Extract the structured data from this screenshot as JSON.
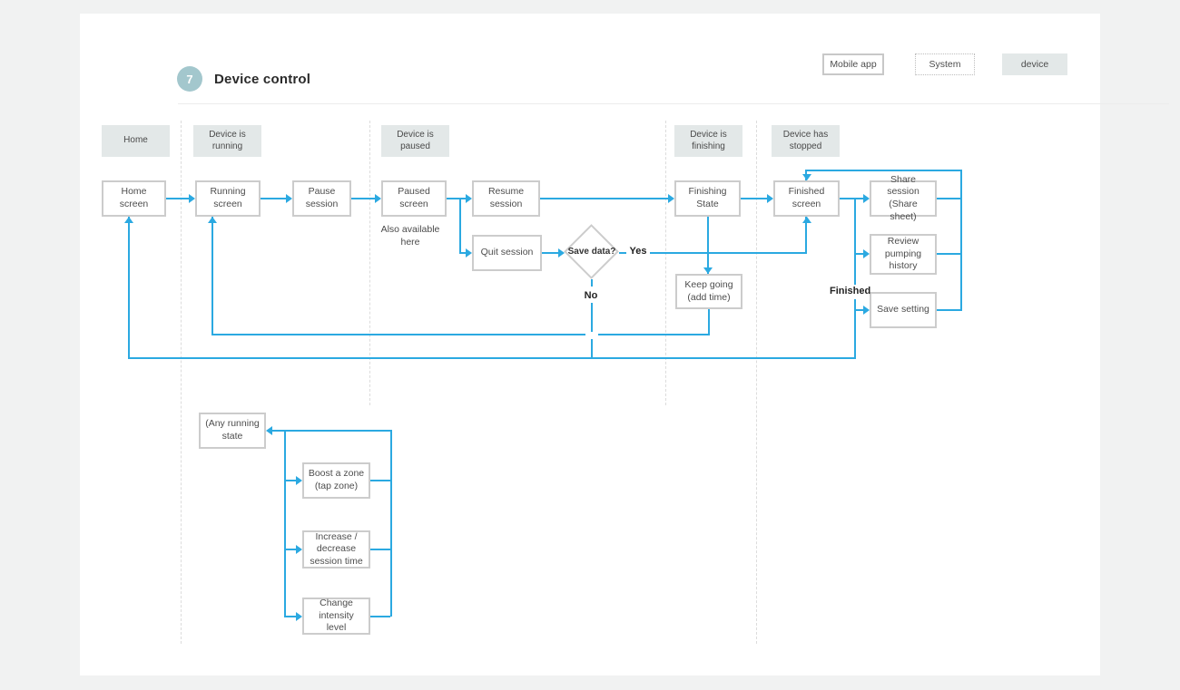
{
  "header": {
    "step_number": "7",
    "title": "Device control"
  },
  "legend": {
    "mobile_app": "Mobile app",
    "system": "System",
    "device": "device"
  },
  "lanes": {
    "home": "Home",
    "running": "Device is running",
    "paused": "Device is paused",
    "finishing": "Device is finishing",
    "stopped": "Device has stopped"
  },
  "nodes": {
    "home_screen": "Home screen",
    "running_screen": "Running screen",
    "pause_session": "Pause session",
    "paused_screen": "Paused screen",
    "resume_session": "Resume session",
    "quit_session": "Quit session",
    "finishing_state": "Finishing State",
    "finished_screen": "Finished screen",
    "share_session": "Share session (Share sheet)",
    "review_history": "Review pumping history",
    "save_setting": "Save setting",
    "keep_going": "Keep going (add time)",
    "any_running": "(Any running state",
    "boost_zone": "Boost a zone (tap zone)",
    "increase_time": "Increase / decrease session time",
    "change_intensity": "Change intensity level"
  },
  "decision": {
    "save_data": "Save data?"
  },
  "edge_labels": {
    "yes": "Yes",
    "no": "No",
    "finished": "Finished",
    "also_available": "Also available here"
  },
  "colors": {
    "connector": "#2BA9E1",
    "node_border": "#cccccc",
    "lane_fill": "#e3e8e8",
    "accent_circle": "#a3c7cd",
    "canvas": "#ffffff",
    "page_background": "#f1f2f2"
  }
}
